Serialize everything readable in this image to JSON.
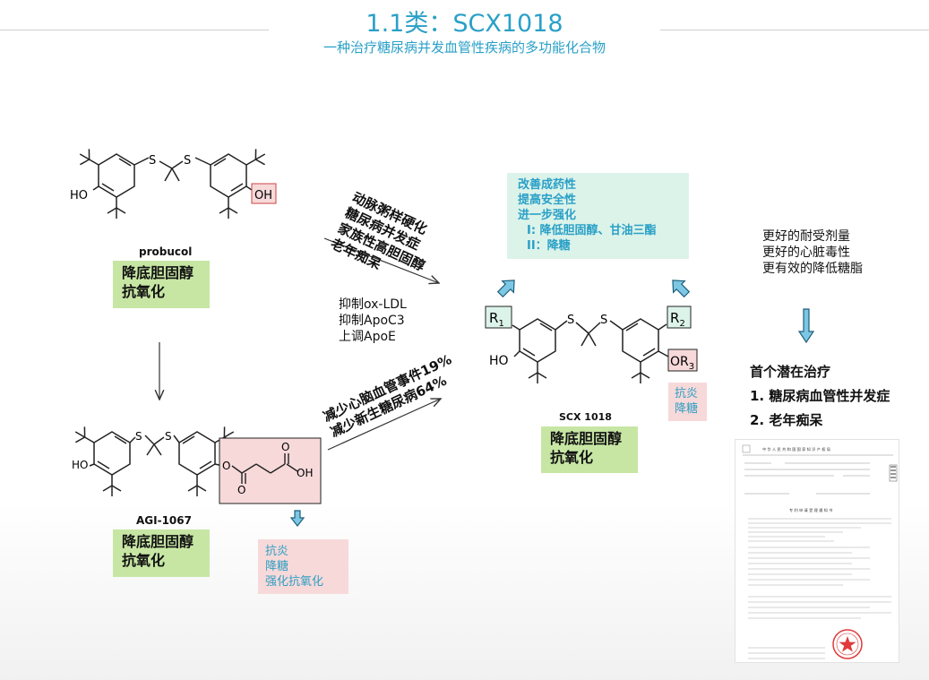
{
  "header": {
    "title": "1.1类：SCX1018",
    "subtitle": "一种治疗糖尿病并发血管性疾病的多功能化合物"
  },
  "probucol": {
    "name": "probucol",
    "tag_lines": [
      "降底胆固醇",
      "抗氧化"
    ]
  },
  "agi": {
    "name": "AGI-1067",
    "tag_lines": [
      "降底胆固醇",
      "抗氧化"
    ],
    "effects": [
      "抗炎",
      "降糖",
      "强化抗氧化"
    ]
  },
  "scx": {
    "name": "SCX 1018",
    "tag_lines": [
      "降底胆固醇",
      "抗氧化"
    ],
    "side_effects": [
      "抗炎",
      "降糖"
    ],
    "improvements": [
      "改善成药性",
      "提高安全性",
      "进一步强化",
      "I: 降低胆固醇、甘油三酯",
      "II：降糖"
    ]
  },
  "arrows": {
    "upper_label_lines": [
      "动脉粥样硬化",
      "糖尿病并发症",
      "家族性高胆固醇",
      "老年痴呆"
    ],
    "mechanism_lines": [
      "抑制ox-LDL",
      "抑制ApoC3",
      "上调ApoE"
    ],
    "lower_label_lines": [
      "减少心脑血管事件19%",
      "减少新生糖尿病64%"
    ]
  },
  "benefits": [
    "更好的耐受剂量",
    "更好的心脏毒性",
    "更有效的降低糖脂"
  ],
  "indications": {
    "heading": "首个潜在治疗",
    "items": [
      "1. 糖尿病血管性并发症",
      "2. 老年痴呆"
    ]
  },
  "mol_text": {
    "ho": "HO",
    "oh": "OH",
    "s": "S",
    "o": "O",
    "r1": "R",
    "r2": "R",
    "or3": "OR",
    "sub1": "1",
    "sub2": "2",
    "sub3": "3"
  },
  "document": {
    "header_text": "中 华 人 民 共 和 国 国 家 知 识 产 权 局",
    "notice_title": "专 利 申 请 受 理 通 知 书"
  }
}
